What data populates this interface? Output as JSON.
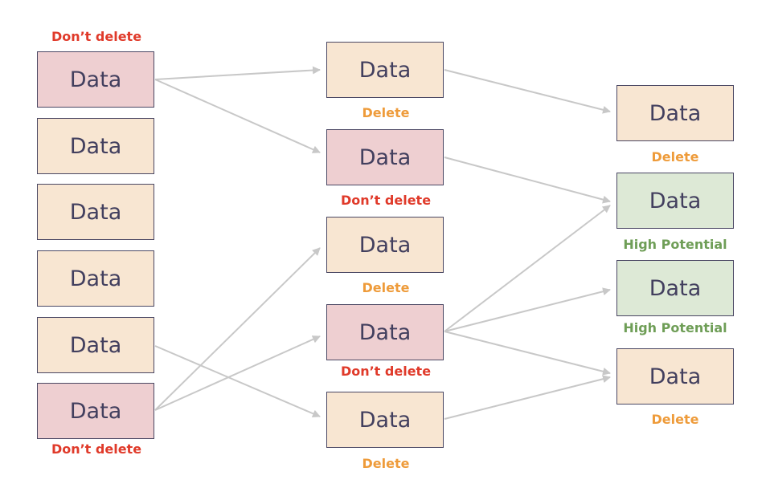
{
  "node_text": "Data",
  "labels": {
    "dont_delete": "Don’t delete",
    "delete": "Delete",
    "high_potential": "High Potential"
  },
  "colors": {
    "cream_fill": "#f8e6d2",
    "pink_fill": "#eecfd1",
    "green_fill": "#dde9d6",
    "border": "#4a4763",
    "edge": "#c8c8c8",
    "dont_delete": "#e03a2a",
    "delete": "#ee9b3a",
    "high_potential": "#6f9e57"
  },
  "nodes": [
    {
      "id": "c1n1",
      "text": "Data",
      "fill": "pink",
      "label": "Don’t delete"
    },
    {
      "id": "c1n2",
      "text": "Data",
      "fill": "cream",
      "label": ""
    },
    {
      "id": "c1n3",
      "text": "Data",
      "fill": "cream",
      "label": ""
    },
    {
      "id": "c1n4",
      "text": "Data",
      "fill": "cream",
      "label": ""
    },
    {
      "id": "c1n5",
      "text": "Data",
      "fill": "cream",
      "label": ""
    },
    {
      "id": "c1n6",
      "text": "Data",
      "fill": "pink",
      "label": "Don’t delete"
    },
    {
      "id": "c2n1",
      "text": "Data",
      "fill": "cream",
      "label": "Delete"
    },
    {
      "id": "c2n2",
      "text": "Data",
      "fill": "pink",
      "label": "Don’t delete"
    },
    {
      "id": "c2n3",
      "text": "Data",
      "fill": "cream",
      "label": "Delete"
    },
    {
      "id": "c2n4",
      "text": "Data",
      "fill": "pink",
      "label": "Don’t delete"
    },
    {
      "id": "c2n5",
      "text": "Data",
      "fill": "cream",
      "label": "Delete"
    },
    {
      "id": "c3n1",
      "text": "Data",
      "fill": "cream",
      "label": "Delete"
    },
    {
      "id": "c3n2",
      "text": "Data",
      "fill": "green",
      "label": "High Potential"
    },
    {
      "id": "c3n3",
      "text": "Data",
      "fill": "green",
      "label": "High Potential"
    },
    {
      "id": "c3n4",
      "text": "Data",
      "fill": "cream",
      "label": "Delete"
    }
  ],
  "edges": [
    {
      "from": "c1n1",
      "to": "c2n1"
    },
    {
      "from": "c1n1",
      "to": "c2n2"
    },
    {
      "from": "c1n5",
      "to": "c2n5"
    },
    {
      "from": "c1n6",
      "to": "c2n3"
    },
    {
      "from": "c1n6",
      "to": "c2n4"
    },
    {
      "from": "c2n1",
      "to": "c3n1"
    },
    {
      "from": "c2n2",
      "to": "c3n2"
    },
    {
      "from": "c2n4",
      "to": "c3n2"
    },
    {
      "from": "c2n4",
      "to": "c3n3"
    },
    {
      "from": "c2n4",
      "to": "c3n4"
    },
    {
      "from": "c2n5",
      "to": "c3n4"
    }
  ]
}
